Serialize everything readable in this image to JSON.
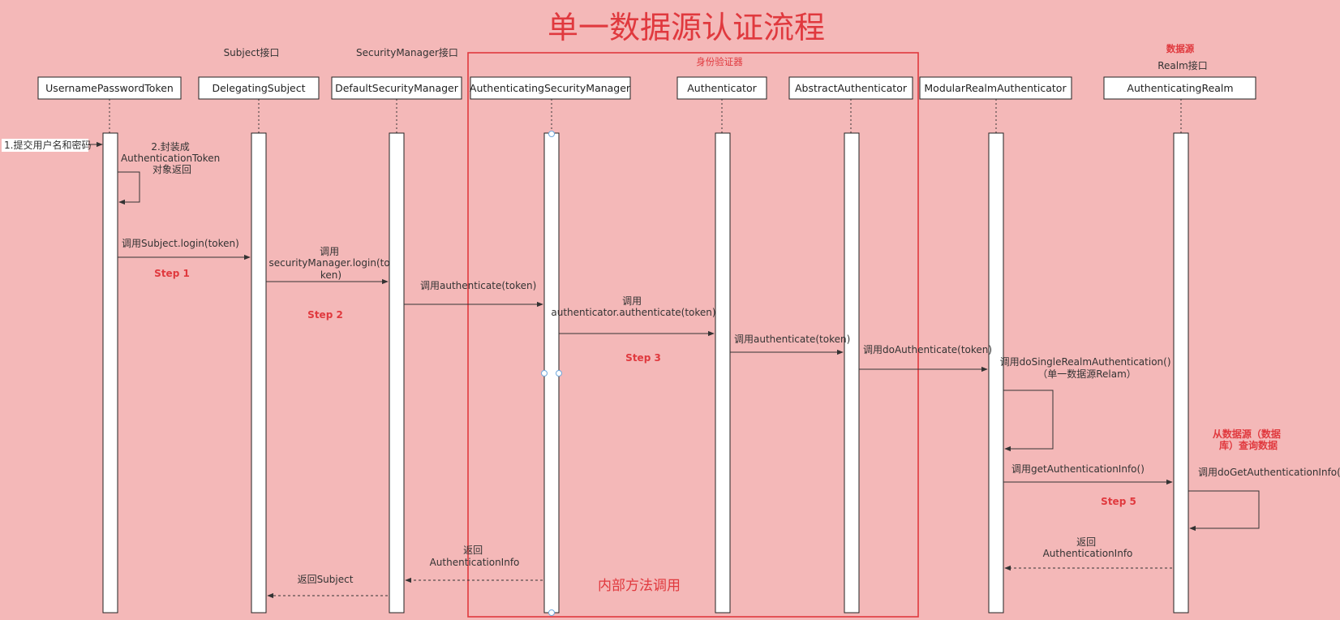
{
  "title": "单一数据源认证流程",
  "colors": {
    "background": "#f4b8b8",
    "accent": "#e0393e",
    "line": "#333333"
  },
  "participants": [
    {
      "name": "UsernamePasswordToken",
      "stereotype": ""
    },
    {
      "name": "DelegatingSubject",
      "stereotype": "Subject接口"
    },
    {
      "name": "DefaultSecurityManager",
      "stereotype": "SecurityManager接口"
    },
    {
      "name": "AuthenticatingSecurityManager",
      "stereotype": ""
    },
    {
      "name": "Authenticator",
      "stereotype": ""
    },
    {
      "name": "AbstractAuthenticator",
      "stereotype": ""
    },
    {
      "name": "ModularRealmAuthenticator",
      "stereotype": ""
    },
    {
      "name": "AuthenticatingRealm",
      "stereotype": "Realm接口",
      "tag": "数据源"
    }
  ],
  "group": {
    "label": "身份验证器",
    "footer": "内部方法调用"
  },
  "messages": {
    "m0": "1.提交用户名和密码",
    "m1": [
      "2.封装成",
      "AuthenticationToken",
      "对象返回"
    ],
    "m2": "调用Subject.login(token)",
    "m3": [
      "调用",
      "securityManager.login(to",
      "ken)"
    ],
    "m4": "调用authenticate(token)",
    "m5": [
      "调用",
      "authenticator.authenticate(token)"
    ],
    "m6": "调用authenticate(token)",
    "m7": "调用doAuthenticate(token)",
    "m8": [
      "调用doSingleRealmAuthentication()",
      "（单一数据源Relam）"
    ],
    "m9": "调用getAuthenticationInfo()",
    "m10": "调用doGetAuthenticationInfo()",
    "m11": [
      "返回",
      "AuthenticationInfo"
    ],
    "m12": [
      "返回",
      "AuthenticationInfo"
    ],
    "m13": "返回Subject"
  },
  "steps": {
    "s1": "Step 1",
    "s2": "Step 2",
    "s3": "Step 3",
    "s5": "Step 5"
  },
  "notes": {
    "db_query": [
      "从数据源（数据",
      "库）查询数据"
    ]
  }
}
